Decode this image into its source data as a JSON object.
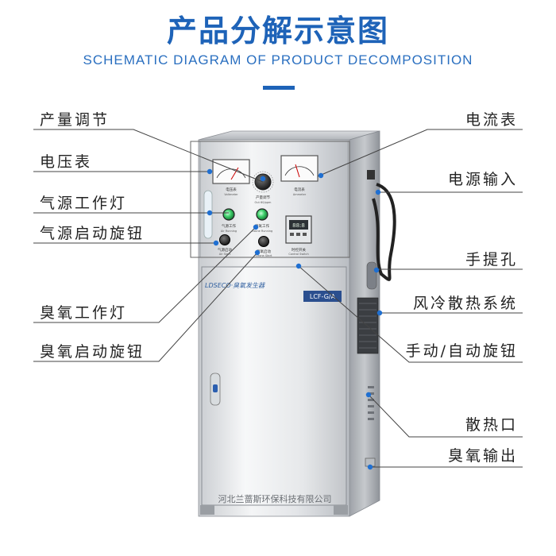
{
  "header": {
    "title": "产品分解示意图",
    "subtitle": "SCHEMATIC DIAGRAM OF PRODUCT DECOMPOSITION"
  },
  "labels_left": [
    "产量调节",
    "电压表",
    "气源工作灯",
    "气源启动旋钮",
    "臭氧工作灯",
    "臭氧启动旋钮"
  ],
  "labels_right": [
    "电流表",
    "电源输入",
    "手提孔",
    "风冷散热系统",
    "手动/自动旋钮",
    "散热口",
    "臭氧输出"
  ],
  "machine": {
    "brand": "LDSECO·臭氧发生器",
    "model": "LCF-G/A",
    "company": "河北兰蔷斯环保科技有限公司",
    "panel": {
      "voltmeter_label": "电压表",
      "voltmeter_sub": "Voltmeter",
      "ammeter_label": "电流表",
      "ammeter_sub": "Ammeter",
      "output_label": "产量调节",
      "output_sub": "Out 60/ppm",
      "air_light": "气源工作",
      "air_light_sub": "Air Running",
      "ozone_light": "臭氧工作",
      "ozone_light_sub": "Ozone Running",
      "air_start": "气源启动",
      "air_start_sub": "Air Start",
      "ozone_start": "臭氧启动",
      "ozone_start_sub": "Ozone Start",
      "timer": "时控开关",
      "timer_sub": "Control Switch"
    }
  },
  "colors": {
    "accent": "#1e63b8",
    "marker": "#1f6fd1",
    "steel_light": "#eef0f2",
    "steel_dark": "#a9adb3",
    "lamp_green": "#3ecf6a"
  }
}
